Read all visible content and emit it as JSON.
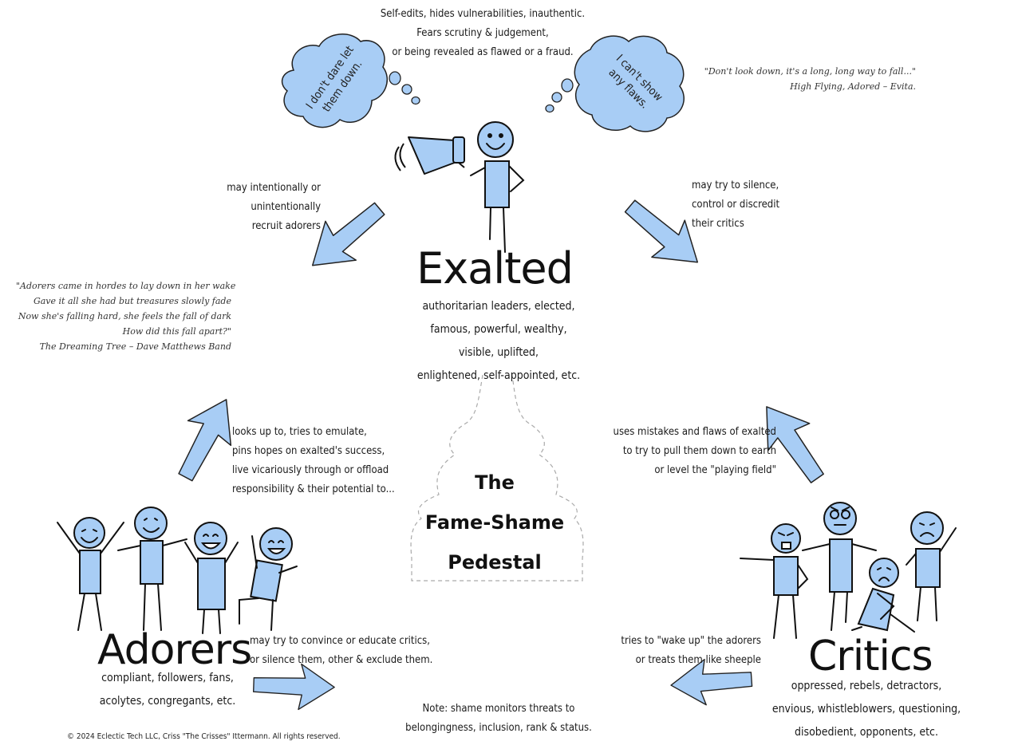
{
  "center_title": [
    "The",
    "Fame-Shame",
    "Pedestal"
  ],
  "exalted": {
    "title": "Exalted",
    "desc": [
      "authoritarian leaders, elected,",
      "famous, powerful, wealthy,",
      "visible, uplifted,",
      "enlightened, self-appointed, etc."
    ],
    "top_note": [
      "Self-edits, hides vulnerabilities, inauthentic.",
      "Fears scrutiny & judgement,",
      "or being revealed as flawed or a fraud."
    ],
    "thought_left": [
      "I don't dare let",
      "them down."
    ],
    "thought_right": [
      "I can't show",
      "any flaws."
    ]
  },
  "adorers": {
    "title": "Adorers",
    "desc": [
      "compliant, followers, fans,",
      "acolytes, congregants, etc."
    ]
  },
  "critics": {
    "title": "Critics",
    "desc": [
      "oppressed, rebels, detractors,",
      "envious, whistleblowers, questioning,",
      "disobedient, opponents, etc."
    ]
  },
  "relations": {
    "exalted_to_adorers": [
      "may intentionally or",
      "unintentionally",
      "recruit adorers"
    ],
    "exalted_to_critics": [
      "may try to silence,",
      "control or discredit",
      "their critics"
    ],
    "adorers_to_exalted": [
      "looks up to, tries to emulate,",
      "pins hopes on exalted's success,",
      "live vicariously through or offload",
      "responsibility & their potential to..."
    ],
    "critics_to_exalted": [
      "uses mistakes and flaws of exalted",
      "to try to pull them down to earth",
      "or level the \"playing field\""
    ],
    "adorers_to_critics": [
      "may try to convince or educate critics,",
      "or silence them, other & exclude them."
    ],
    "critics_to_adorers": [
      "tries to \"wake up\" the adorers",
      "or treats them like sheeple"
    ]
  },
  "quotes": {
    "evita": [
      "\"Don't look down, it's a long, long way to fall...\"",
      "High Flying, Adored – Evita."
    ],
    "dmb": [
      "\"Adorers came in hordes to lay down in her wake",
      "Gave it all she had but treasures slowly fade",
      "Now she's falling hard, she feels the fall of dark",
      "How did this fall apart?\"",
      "The Dreaming Tree – Dave Matthews Band"
    ]
  },
  "note": [
    "Note: shame monitors threats to",
    "belongingness, inclusion, rank & status."
  ],
  "copyright": "© 2024 Eclectic Tech LLC, Criss \"The Crisses\" Ittermann. All rights reserved.",
  "colors": {
    "figure_fill": "#a8cdf5",
    "stroke": "#111111",
    "arrow_fill": "#a8cdf5",
    "pedestal_outline": "#aaaaaa"
  },
  "icons": {
    "megaphone": "megaphone-icon"
  }
}
